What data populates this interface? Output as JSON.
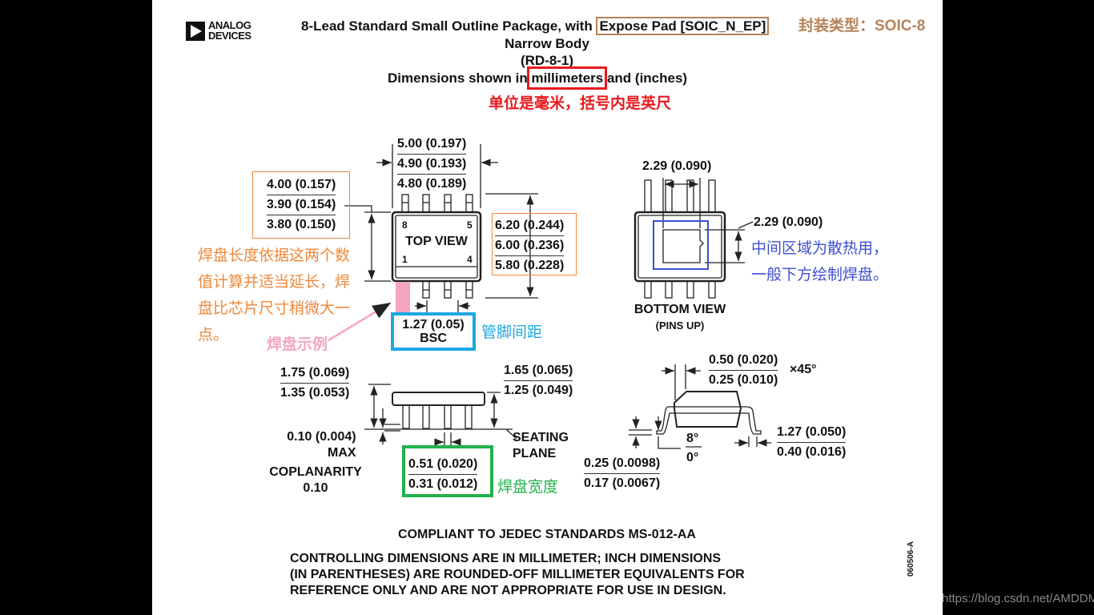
{
  "logo": {
    "line1": "ANALOG",
    "line2": "DEVICES"
  },
  "title": {
    "line1_prefix": "8-Lead Standard Small Outline Package, with ",
    "line1_boxed": "Expose Pad [SOIC_N_EP]",
    "line2": "Narrow Body",
    "line3": "(RD-8-1)",
    "line4_prefix": "Dimensions shown in ",
    "line4_boxed": "millimeters",
    "line4_suffix": " and (inches)"
  },
  "annotations": {
    "package_type": "封装类型：SOIC-8",
    "units_note": "单位是毫米，括号内是英尺",
    "pad_length_note": [
      "焊盘长度依据这两个数",
      "值计算并适当延长，焊",
      "盘比芯片尺寸稍微大一",
      "点。"
    ],
    "pad_example": "焊盘示例",
    "pin_pitch": "管脚间距",
    "thermal_note": [
      "中间区域为散热用，",
      "一般下方绘制焊盘。"
    ],
    "pad_width": "焊盘宽度"
  },
  "top_view": {
    "label": "TOP VIEW",
    "pins": {
      "p8": "8",
      "p5": "5",
      "p1": "1",
      "p4": "4"
    },
    "length": [
      "5.00 (0.197)",
      "4.90 (0.193)",
      "4.80 (0.189)"
    ],
    "width": [
      "4.00 (0.157)",
      "3.90 (0.154)",
      "3.80 (0.150)"
    ],
    "overall_width": [
      "6.20 (0.244)",
      "6.00 (0.236)",
      "5.80 (0.228)"
    ],
    "pitch": [
      "1.27 (0.05)",
      "BSC"
    ]
  },
  "bottom_view": {
    "label": "BOTTOM VIEW",
    "sublabel": "(PINS UP)",
    "pad_x": "2.29 (0.090)",
    "pad_y": "2.29 (0.090)"
  },
  "side_view": {
    "height": [
      "1.75 (0.069)",
      "1.35 (0.053)"
    ],
    "body_height": [
      "1.65 (0.065)",
      "1.25 (0.049)"
    ],
    "standoff": [
      "0.10 (0.004)",
      "MAX"
    ],
    "coplanarity": [
      "COPLANARITY",
      "0.10"
    ],
    "seating_plane": [
      "SEATING",
      "PLANE"
    ],
    "lead_width": [
      "0.51 (0.020)",
      "0.31 (0.012)"
    ]
  },
  "end_view": {
    "chamfer": [
      "0.50 (0.020)",
      "0.25 (0.010)"
    ],
    "chamfer_suffix": "×45°",
    "angle": [
      "8°",
      "0°"
    ],
    "lead_thickness": [
      "0.25 (0.0098)",
      "0.17 (0.0067)"
    ],
    "foot_length": [
      "1.27 (0.050)",
      "0.40 (0.016)"
    ]
  },
  "notes": {
    "compliance": "COMPLIANT TO JEDEC STANDARDS MS-012-AA",
    "controlling": [
      "CONTROLLING DIMENSIONS ARE IN MILLIMETER; INCH DIMENSIONS",
      "(IN PARENTHESES) ARE ROUNDED-OFF MILLIMETER EQUIVALENTS FOR",
      "REFERENCE ONLY AND ARE NOT APPROPRIATE FOR USE IN DESIGN."
    ],
    "doc_id": "060506-A"
  },
  "watermark": "https://blog.csdn.net/AMDDMA",
  "colors": {
    "orange": "#f0883a",
    "red": "#e8191e",
    "blue": "#1ea7e1",
    "purple": "#3e4fd0",
    "green": "#22b14c",
    "pink": "#f4a6c0",
    "brown": "#b5835a"
  }
}
